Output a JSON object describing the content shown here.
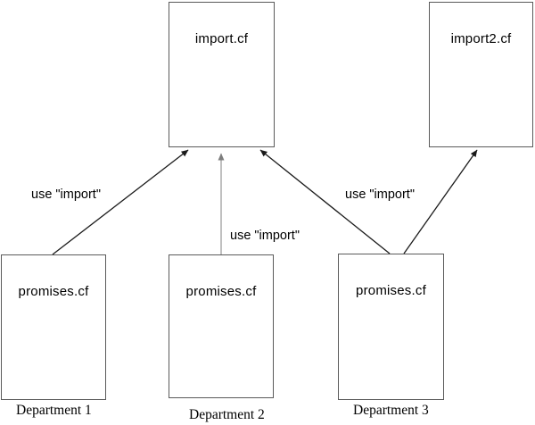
{
  "diagram": {
    "background": "#ffffff",
    "border_color": "#5a5a5a",
    "arrow_color": "#1a1a1a",
    "gray_arrow_color": "#8c8c8c",
    "nodes": [
      {
        "id": "import-cf",
        "label": "import.cf"
      },
      {
        "id": "import2-cf",
        "label": "import2.cf"
      },
      {
        "id": "promises-cf-dept1",
        "label": "promises.cf"
      },
      {
        "id": "promises-cf-dept2",
        "label": "promises.cf"
      },
      {
        "id": "promises-cf-dept3",
        "label": "promises.cf"
      }
    ],
    "edge_labels": [
      "use \"import\"",
      "use \"import\"",
      "use \"import\""
    ],
    "captions": [
      "Department 1",
      "Department 2",
      "Department 3"
    ]
  }
}
